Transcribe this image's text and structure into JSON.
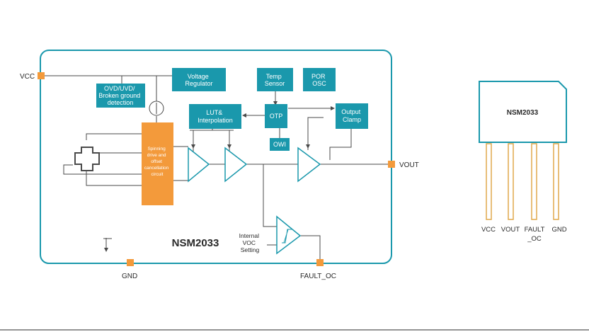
{
  "colors": {
    "teal": "#1a98ac",
    "orange": "#f39a3b",
    "pin": "#e0a84c",
    "line": "#4a4a4a",
    "text": "#2a2a2a"
  },
  "diagram": {
    "pins": {
      "vcc": "VCC",
      "vout": "VOUT",
      "gnd": "GND",
      "fault_oc": "FAULT_OC"
    },
    "blocks": {
      "voltage_regulator": [
        "Voltage",
        "Regulator"
      ],
      "ovd": [
        "OVD/UVD/",
        "Broken ground",
        "detection"
      ],
      "temp_sensor": [
        "Temp",
        "Sensor"
      ],
      "por_osc": [
        "POR",
        "OSC"
      ],
      "lut": [
        "LUT&",
        "Interpolation"
      ],
      "otp": "OTP",
      "output_clamp": [
        "Output",
        "Clamp"
      ],
      "owi": "OWI",
      "spinning": [
        "Spinning",
        "drive and",
        "offset",
        "cancellation",
        "circuit"
      ],
      "internal_voc": [
        "Internal",
        "VOC",
        "Setting"
      ]
    },
    "chip_name": "NSM2033"
  },
  "package": {
    "name": "NSM2033",
    "pins": [
      "VCC",
      "VOUT",
      "FAULT",
      "_OC",
      "GND"
    ]
  }
}
